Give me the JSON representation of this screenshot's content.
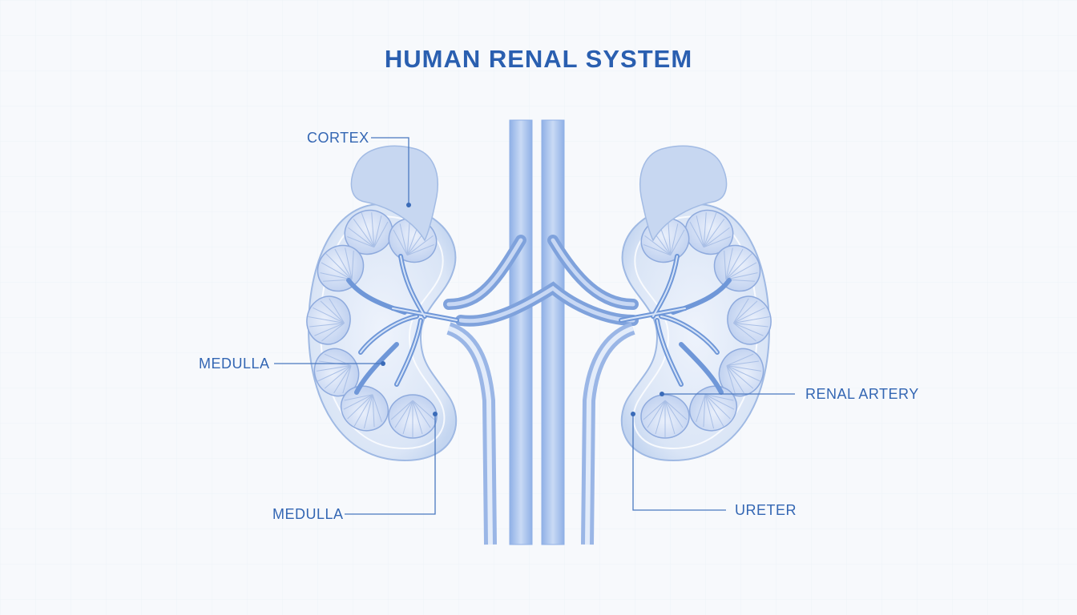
{
  "title": "HUMAN RENAL SYSTEM",
  "labels": {
    "cortex": "CORTEX",
    "medulla_upper": "MEDULLA",
    "medulla_lower": "MEDULLA",
    "renal_artery": "RENAL ARTERY",
    "ureter": "URETER"
  },
  "colors": {
    "title": "#2a5fb0",
    "label": "#3366b3",
    "leader": "#4a78c0",
    "organ_fill": "#dbe6f7",
    "organ_stroke": "#9fb9e3",
    "vessel": "#6f97d8"
  }
}
